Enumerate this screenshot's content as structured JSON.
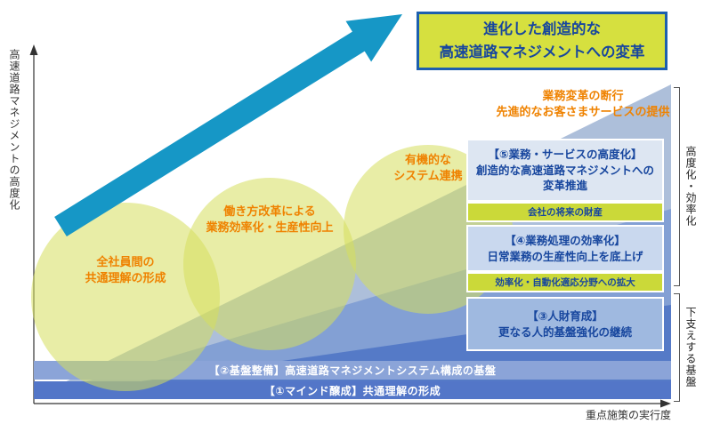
{
  "title_box": {
    "lines": [
      "進化した創造的な",
      "高速道路マネジメントへの変革"
    ]
  },
  "axis": {
    "y": "高速道路マネジメントの高度化",
    "x": "重点施策の実行度"
  },
  "goal": {
    "lines": [
      "業務変革の断行",
      "先進的なお客さまサービスの提供"
    ]
  },
  "circles": [
    {
      "lines": [
        "全社員間の",
        "共通理解の形成"
      ]
    },
    {
      "lines": [
        "働き方改革による",
        "業務効率化・生産性向上"
      ]
    },
    {
      "lines": [
        "有機的な",
        "システム連携"
      ]
    }
  ],
  "step_boxes": [
    {
      "title": "【⑤業務・サービスの高度化】",
      "body": "創造的な高速道路マネジメントへの変革推進",
      "tag": "会社の将来の財産"
    },
    {
      "title": "【④業務処理の効率化】",
      "body": "日常業務の生産性向上を底上げ",
      "tag": "効率化・自動化適応分野への拡大"
    },
    {
      "title": "【③人財育成】",
      "body": "更なる人的基盤強化の継続"
    }
  ],
  "base_bands": [
    {
      "label": "【②基盤整備】高速道路マネジメントシステム構成の基盤"
    },
    {
      "label": "【①マインド醸成】共通理解の形成"
    }
  ],
  "side_groups": [
    {
      "label": "高度化・効率化"
    },
    {
      "label": "下支えする基盤"
    }
  ],
  "colors": {
    "accent_green": "#d6e03f",
    "navy": "#17469e",
    "orange": "#ef8200",
    "arrow_teal": "#1697c6",
    "wedge_top": "#adbfda",
    "wedge_mid": "#7e9cd3",
    "wedge_low": "#5278c6",
    "band2": "#8ba4d8",
    "band1": "#5376c8"
  }
}
